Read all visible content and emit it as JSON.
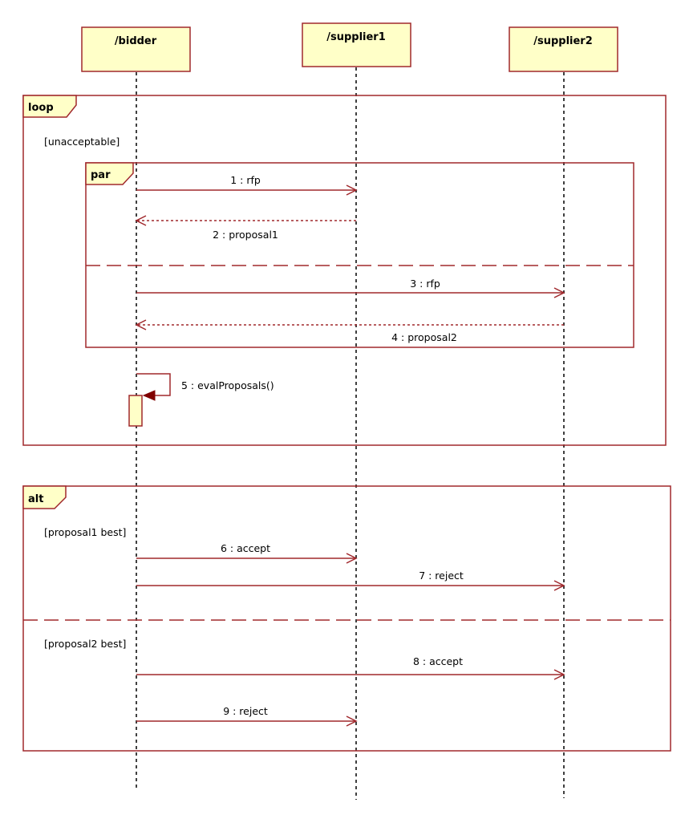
{
  "colors": {
    "frame": "#a0282c",
    "fill": "#ffffc8",
    "message": "#a0282c",
    "lifeline": "#000000",
    "activation_fill": "#ffffc8",
    "self_arrow_head": "#800000"
  },
  "lifelines": [
    {
      "id": "bidder",
      "label": "/bidder"
    },
    {
      "id": "supplier1",
      "label": "/supplier1"
    },
    {
      "id": "supplier2",
      "label": "/supplier2"
    }
  ],
  "fragments": {
    "loop": {
      "operator": "loop",
      "guard": "[unacceptable]"
    },
    "par": {
      "operator": "par"
    },
    "alt": {
      "operator": "alt",
      "guards": [
        "[proposal1 best]",
        "[proposal2 best]"
      ]
    }
  },
  "messages": [
    {
      "label": "1 : rfp",
      "from": "bidder",
      "to": "supplier1",
      "kind": "sync"
    },
    {
      "label": "2 : proposal1",
      "from": "supplier1",
      "to": "bidder",
      "kind": "reply"
    },
    {
      "label": "3 : rfp",
      "from": "bidder",
      "to": "supplier2",
      "kind": "sync"
    },
    {
      "label": "4 : proposal2",
      "from": "supplier2",
      "to": "bidder",
      "kind": "reply"
    },
    {
      "label": "5 : evalProposals()",
      "from": "bidder",
      "to": "bidder",
      "kind": "self"
    },
    {
      "label": "6 : accept",
      "from": "bidder",
      "to": "supplier1",
      "kind": "sync"
    },
    {
      "label": "7 : reject",
      "from": "bidder",
      "to": "supplier2",
      "kind": "sync"
    },
    {
      "label": "8 : accept",
      "from": "bidder",
      "to": "supplier2",
      "kind": "sync"
    },
    {
      "label": "9 : reject",
      "from": "bidder",
      "to": "supplier1",
      "kind": "sync"
    }
  ]
}
